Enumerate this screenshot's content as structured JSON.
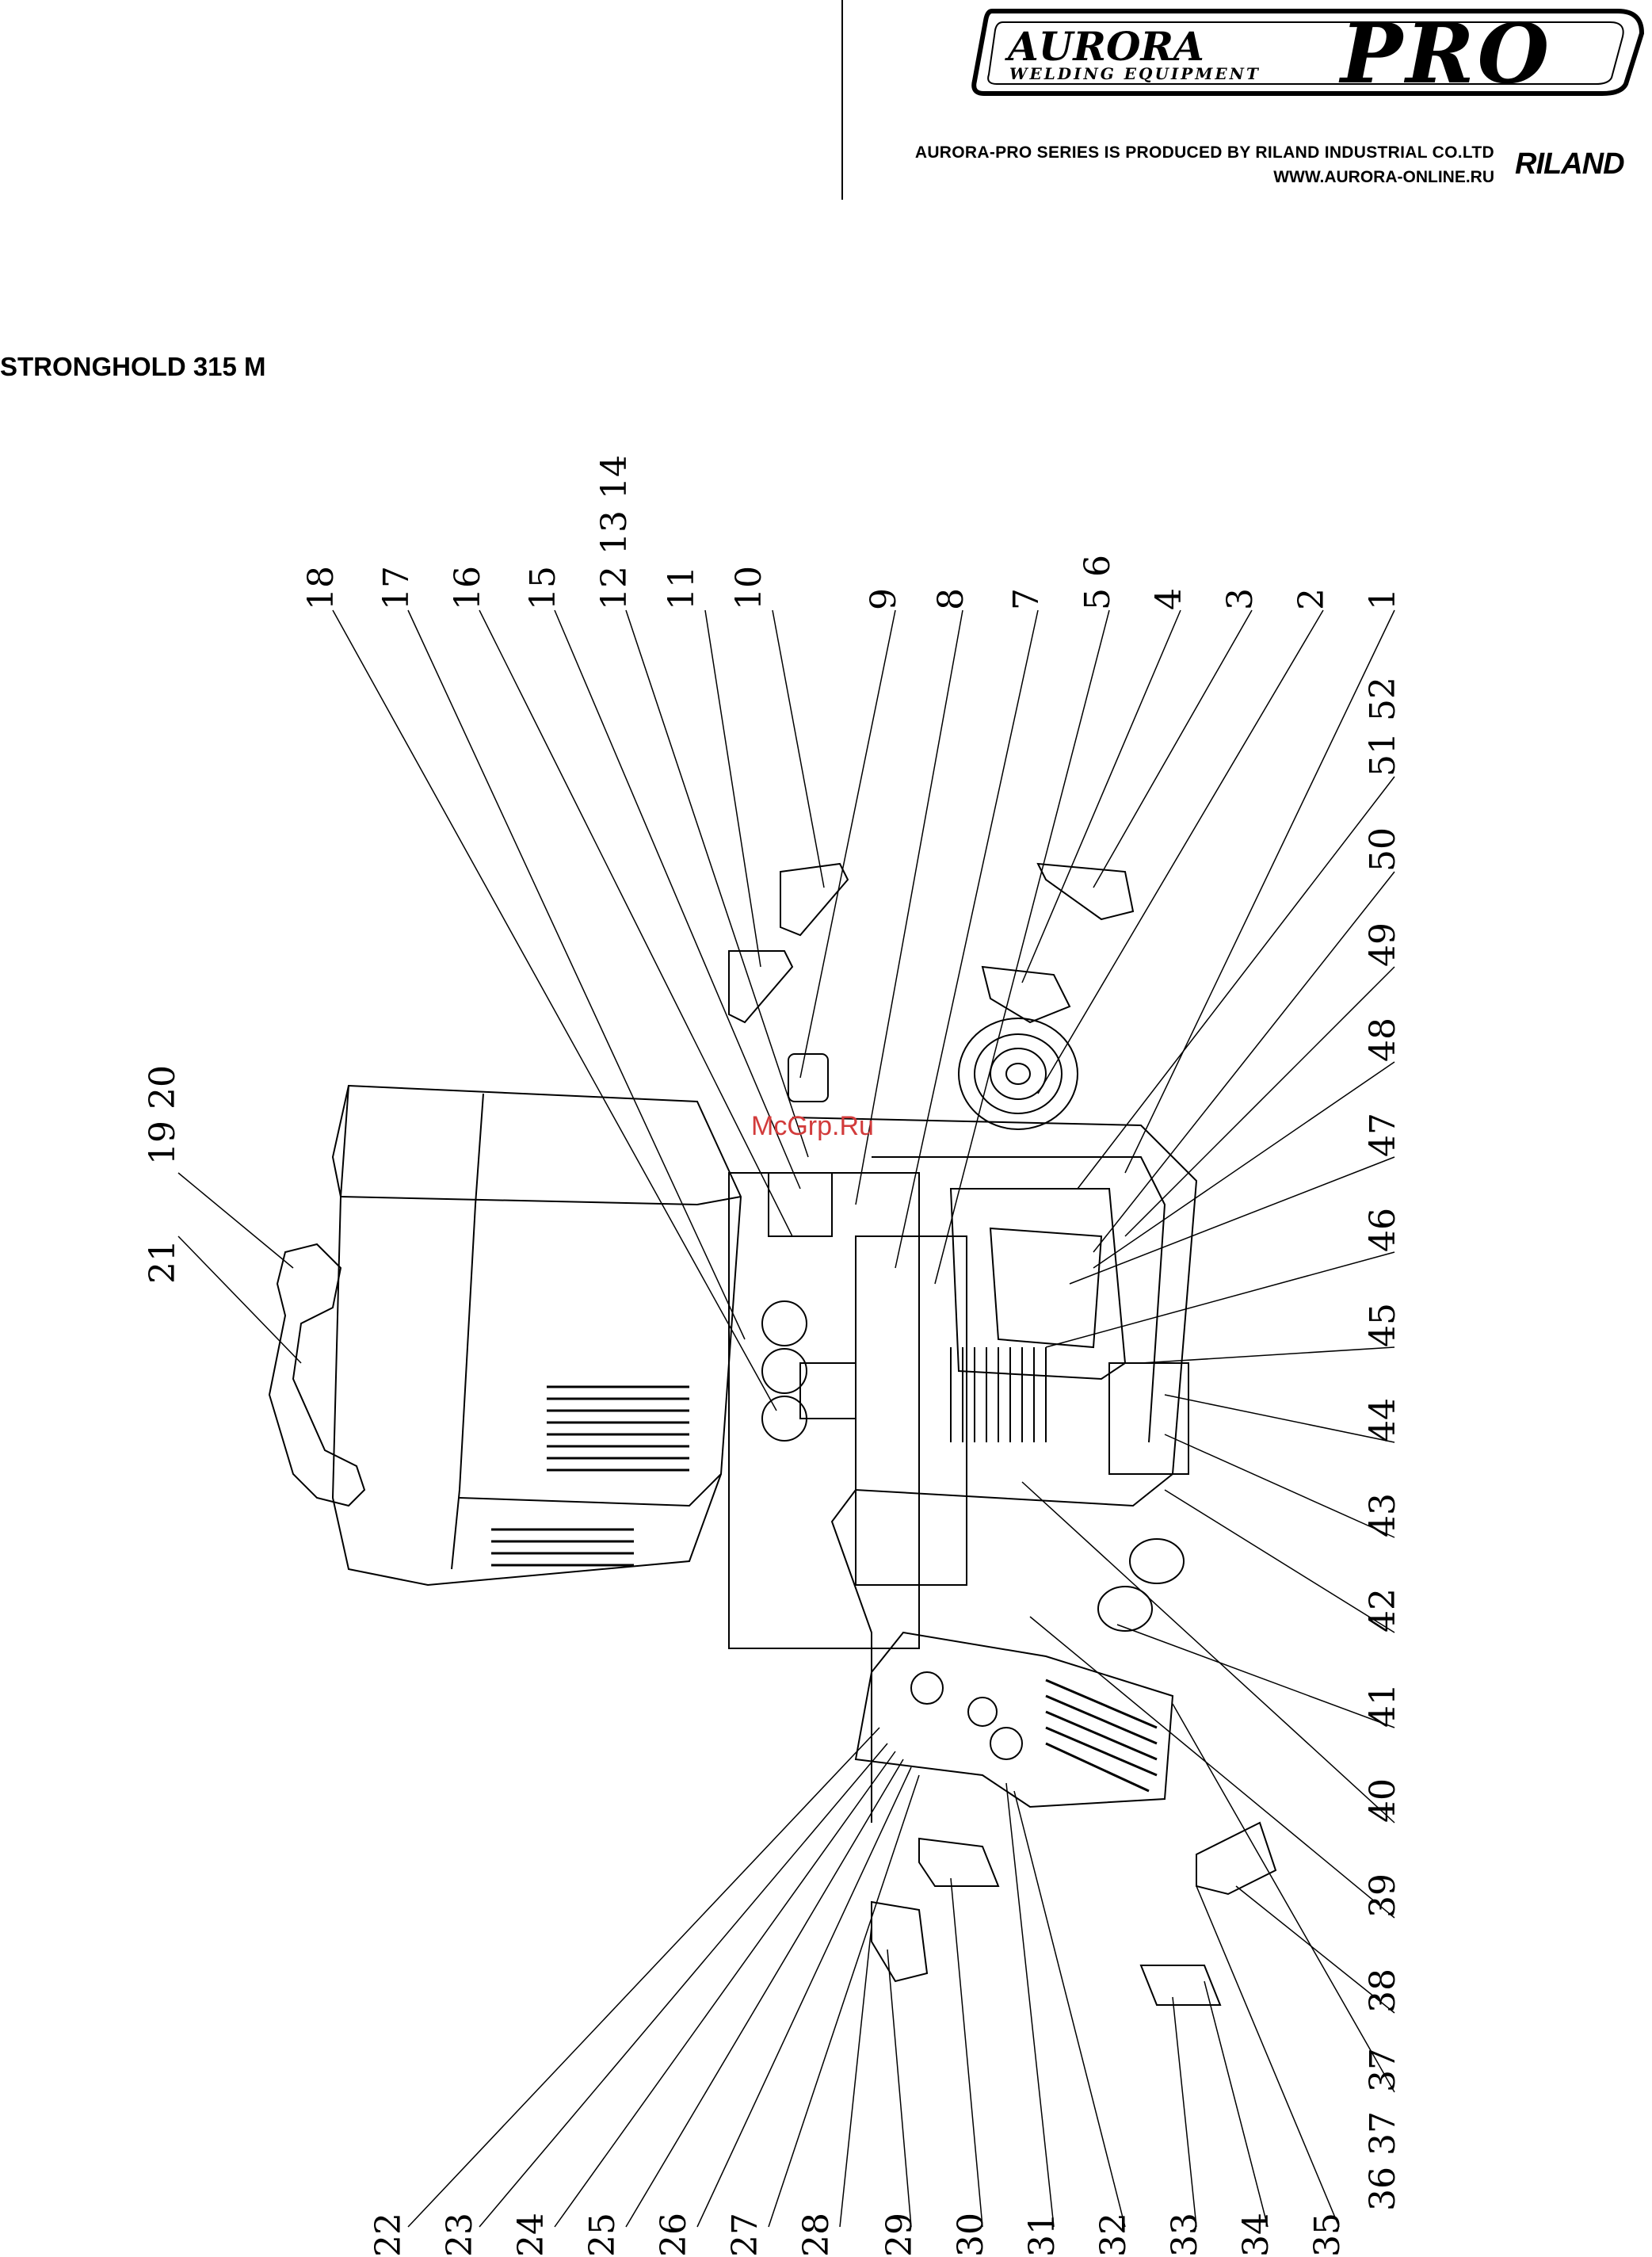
{
  "header": {
    "brand_left": "AURORA",
    "brand_sub": "WELDING EQUIPMENT",
    "brand_right": "PRO",
    "produced_by": "AURORA-PRO SERIES IS PRODUCED BY RILAND INDUSTRIAL CO.LTD",
    "website": "WWW.AURORA-ONLINE.RU",
    "riland_logo": "RILAND"
  },
  "model": "STRONGHOLD 315 M",
  "watermark": "McGrp.Ru",
  "callouts_top": [
    "18",
    "17",
    "16",
    "15",
    "12 13 14",
    "11",
    "10",
    "9",
    "8",
    "7",
    "5 6",
    "4",
    "3",
    "2",
    "1"
  ],
  "callouts_right": [
    "51 52",
    "50",
    "49",
    "48",
    "47",
    "46",
    "45",
    "44",
    "43",
    "42",
    "41",
    "40",
    "39",
    "38",
    "37",
    "36 37"
  ],
  "callouts_bottom": [
    "22",
    "23",
    "24",
    "25",
    "26",
    "27",
    "28",
    "29",
    "30",
    "31",
    "32",
    "33",
    "34",
    "35"
  ],
  "callouts_left": [
    "21",
    "19 20"
  ]
}
